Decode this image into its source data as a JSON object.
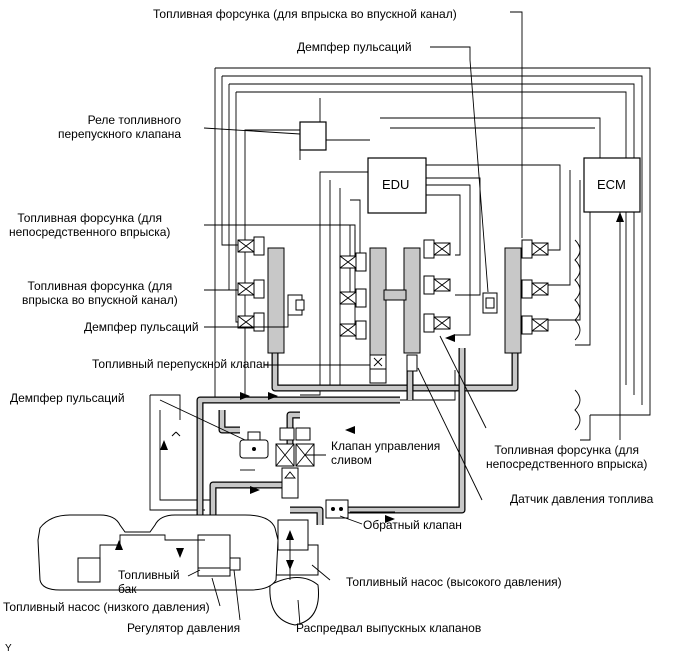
{
  "labels": {
    "injector_port_top": "Топливная форсунка (для впрыска во впускной канал)",
    "damper_top": "Демпфер пульсаций",
    "relay": "Реле топливного\nперепускного клапана",
    "injector_direct_left": "Топливная форсунка (для\nнепосредственного впрыска)",
    "injector_port_left": "Топливная форсунка (для\nвпрыска во впускной канал)",
    "damper_left": "Демпфер пульсаций",
    "bypass_valve": "Топливный перепускной клапан",
    "damper_middle": "Демпфер пульсаций",
    "drain_valve": "Клапан управления\nсливом",
    "injector_direct_right": "Топливная форсунка (для\nнепосредственного впрыска)",
    "pressure_sensor": "Датчик давления топлива",
    "check_valve": "Обратный клапан",
    "fuel_tank": "Топливный\nбак",
    "pump_high": "Топливный насос (высокого давления)",
    "pump_low": "Топливный насос (низкого давления)",
    "pressure_regulator": "Регулятор давления",
    "camshaft": "Распредвал выпускных клапанов",
    "corner_mark": "Y"
  },
  "boxes": {
    "edu": "EDU",
    "ecm": "ECM"
  },
  "colors": {
    "pipe_outline": "#000000",
    "pipe_fill": "#c8c8c8",
    "rail_fill": "#c8c8c8",
    "background": "#ffffff"
  }
}
